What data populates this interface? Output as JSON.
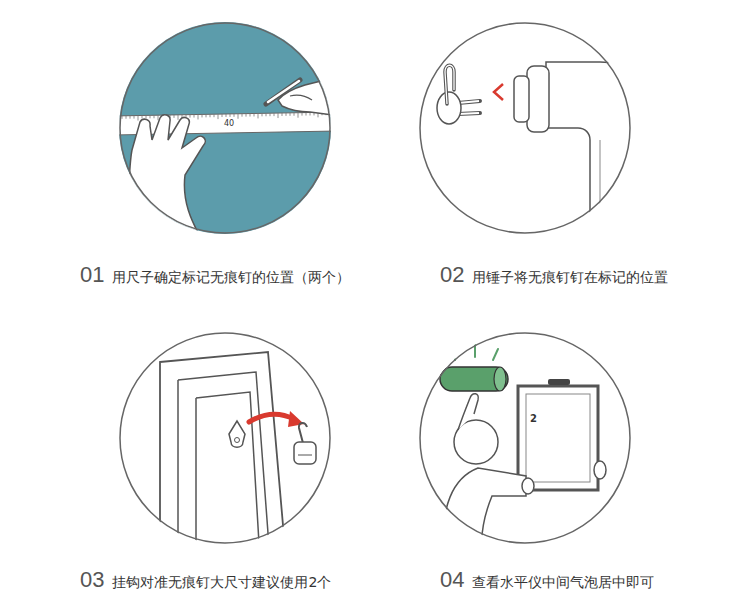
{
  "diagram": {
    "nodes": [
      {
        "text": [
          "01",
          "用尺子确定标记无痕钉的位置（两个）"
        ]
      },
      {
        "text": [
          "02",
          "用锤子将无痕钉钉在标记的位置"
        ]
      },
      {
        "text": [
          "03",
          "挂钩对准无痕钉大尺寸建议使用2个"
        ]
      },
      {
        "text": [
          "04",
          "查看水平仪中间气泡居中即可"
        ]
      }
    ],
    "labels": [
      "40",
      "2"
    ]
  }
}
